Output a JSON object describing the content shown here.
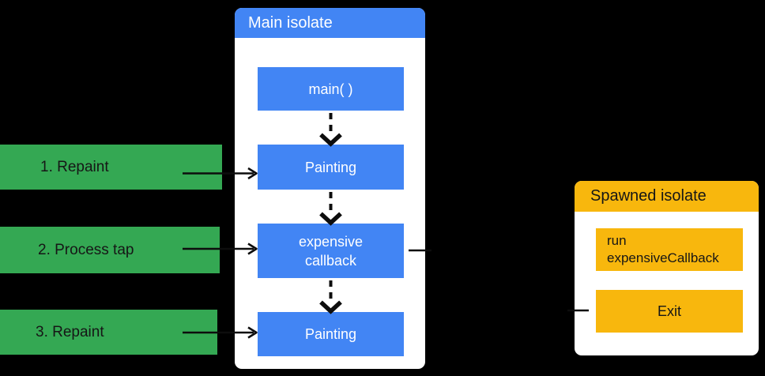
{
  "colors": {
    "bg": "#000000",
    "blue": "#4285F4",
    "green": "#34A853",
    "amber": "#F8B70D",
    "panel": "#FFFFFF",
    "text-light": "#FFFFFF",
    "text-dark": "#161616",
    "connector": "#0D0D0D"
  },
  "main_isolate": {
    "title": "Main isolate",
    "steps": {
      "main": "main( )",
      "painting_1": "Painting",
      "expensive_callback": "expensive\ncallback",
      "painting_2": "Painting"
    }
  },
  "event_labels": {
    "repaint_1": "1. Repaint",
    "process_tap": "2. Process tap",
    "repaint_2": "3. Repaint"
  },
  "spawned_isolate": {
    "title": "Spawned isolate",
    "steps": {
      "run_callback": "run\nexpensiveCallback",
      "exit": "Exit"
    }
  }
}
